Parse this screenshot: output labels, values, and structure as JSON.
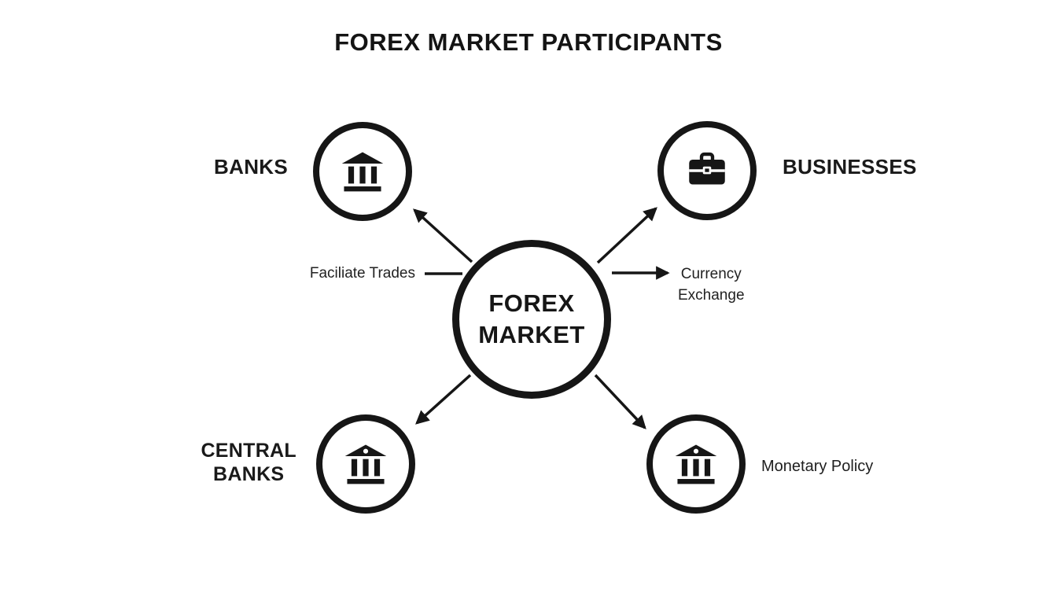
{
  "title": "FOREX MARKET PARTICIPANTS",
  "center_node": {
    "line1": "FOREX",
    "line2": "MARKET"
  },
  "nodes": {
    "banks": {
      "label": "BANKS",
      "icon": "bank-icon"
    },
    "businesses": {
      "label": "BUSINESSES",
      "icon": "briefcase-icon"
    },
    "central_banks": {
      "line1": "CENTRAL",
      "line2": "BANKS",
      "icon": "bank-icon"
    },
    "monetary_policy": {
      "label": "Monetary Policy",
      "icon": "bank-icon"
    }
  },
  "edge_labels": {
    "facilitate_trades": "Faciliate Trades",
    "currency_line1": "Currency",
    "currency_line2": "Exchange"
  },
  "colors": {
    "ink": "#161616",
    "background": "#ffffff"
  }
}
